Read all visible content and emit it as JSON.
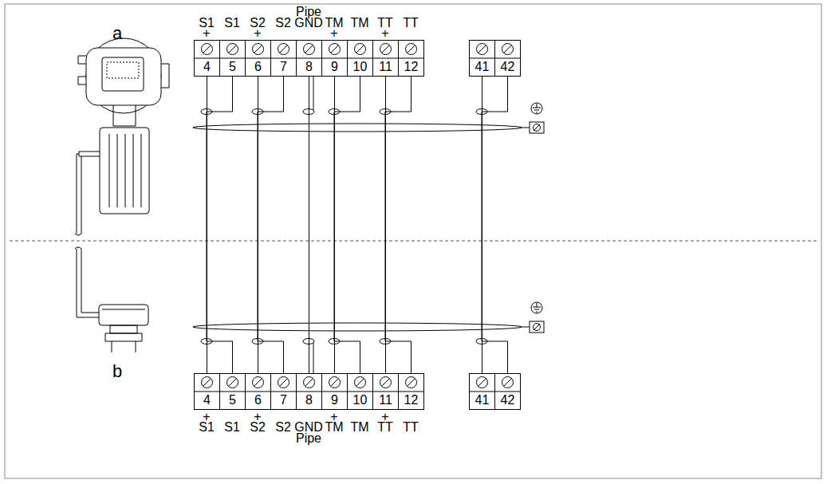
{
  "diagram": {
    "nodes": [
      {
        "text": [
          "4"
        ]
      },
      {
        "text": [
          "5"
        ]
      },
      {
        "text": [
          "6"
        ]
      },
      {
        "text": [
          "7"
        ]
      },
      {
        "text": [
          "8"
        ]
      },
      {
        "text": [
          "9"
        ]
      },
      {
        "text": [
          "10"
        ]
      },
      {
        "text": [
          "11"
        ]
      },
      {
        "text": [
          "12"
        ]
      },
      {
        "text": [
          "41"
        ]
      },
      {
        "text": [
          "42"
        ]
      },
      {
        "text": [
          "4"
        ]
      },
      {
        "text": [
          "5"
        ]
      },
      {
        "text": [
          "6"
        ]
      },
      {
        "text": [
          "7"
        ]
      },
      {
        "text": [
          "8"
        ]
      },
      {
        "text": [
          "9"
        ]
      },
      {
        "text": [
          "10"
        ]
      },
      {
        "text": [
          "11"
        ]
      },
      {
        "text": [
          "12"
        ]
      },
      {
        "text": [
          "41"
        ]
      },
      {
        "text": [
          "42"
        ]
      }
    ],
    "edges": [
      {
        "from": 0,
        "to": 11,
        "arrow": "none"
      },
      {
        "from": 1,
        "to": 12,
        "arrow": "none"
      },
      {
        "from": 2,
        "to": 13,
        "arrow": "none"
      },
      {
        "from": 3,
        "to": 14,
        "arrow": "none"
      },
      {
        "from": 4,
        "to": 15,
        "arrow": "none"
      },
      {
        "from": 5,
        "to": 16,
        "arrow": "none"
      },
      {
        "from": 6,
        "to": 17,
        "arrow": "none"
      },
      {
        "from": 7,
        "to": 18,
        "arrow": "none"
      },
      {
        "from": 8,
        "to": 19,
        "arrow": "none"
      },
      {
        "from": 9,
        "to": 20,
        "arrow": "none"
      },
      {
        "from": 10,
        "to": 21,
        "arrow": "none"
      }
    ],
    "labels": [
      "a",
      "b",
      "Pipe",
      "S1",
      "+",
      "S1",
      "S2",
      "+",
      "S2",
      "GND",
      "TM",
      "+",
      "TM",
      "TT",
      "+",
      "TT",
      "+",
      "S1",
      "S1",
      "+",
      "S2",
      "S2",
      "GND",
      "+",
      "TM",
      "TM",
      "+",
      "TT",
      "TT",
      "Pipe"
    ]
  }
}
